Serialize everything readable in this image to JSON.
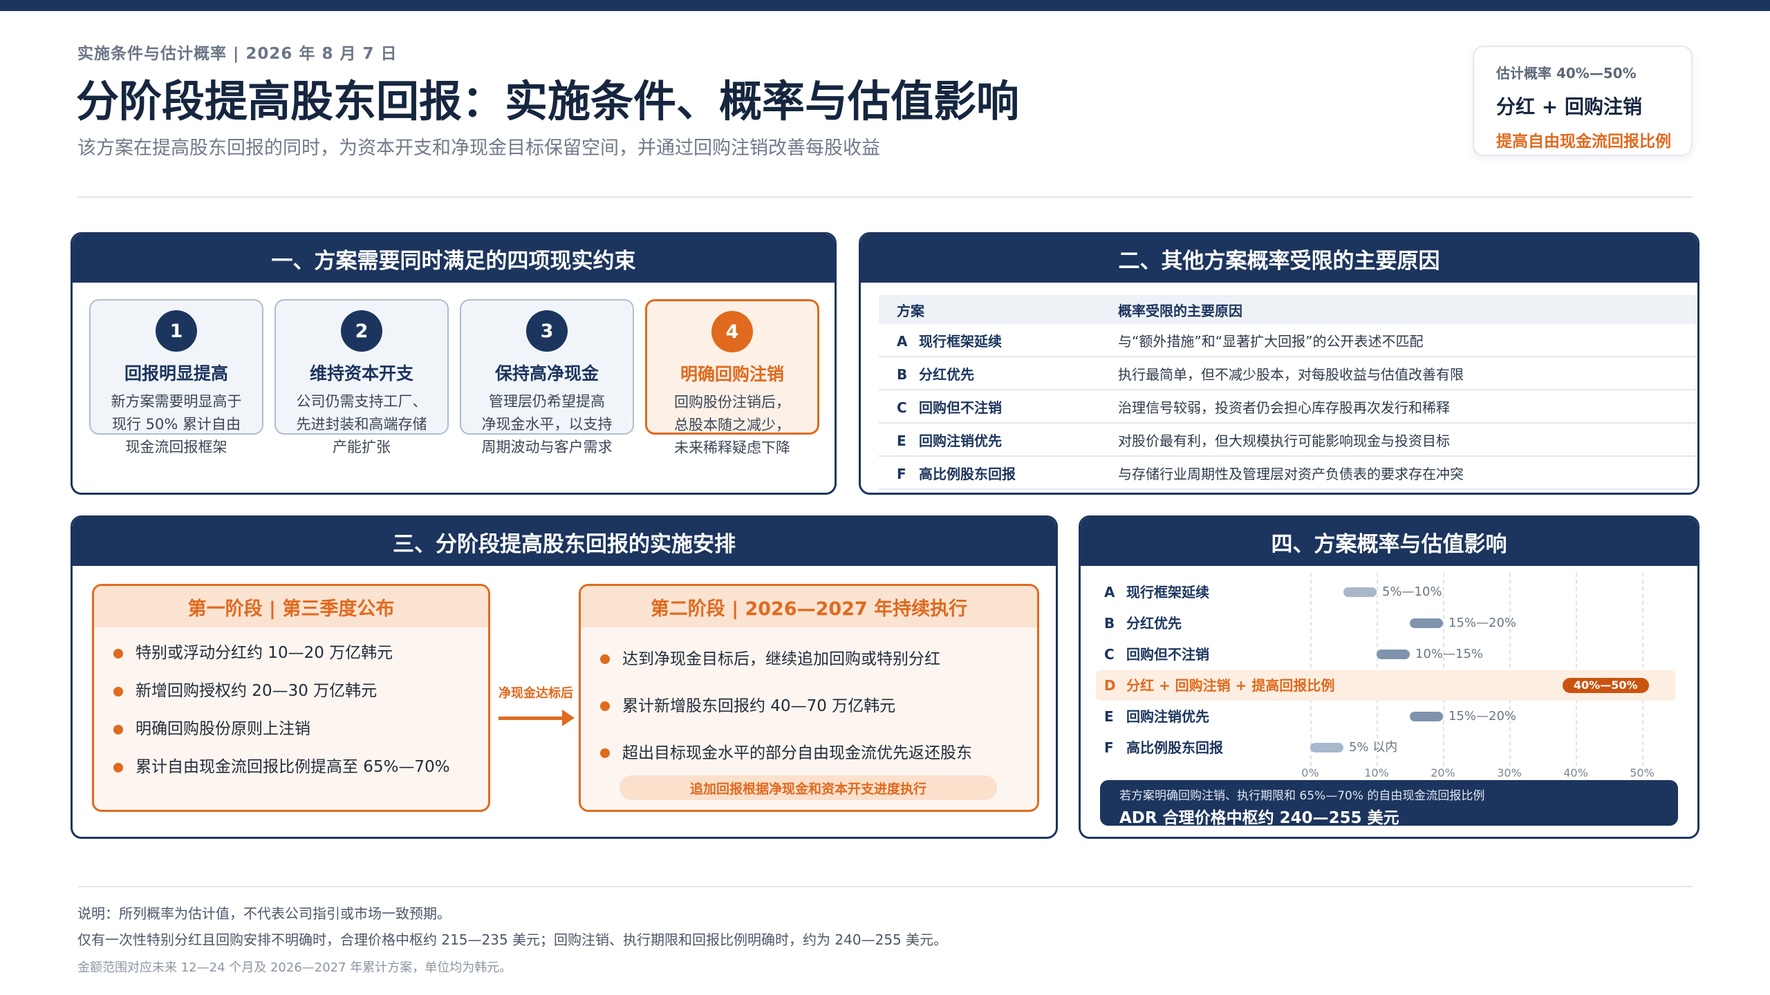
{
  "header": {
    "eyebrow": "实施条件与估计概率 | 2026 年 8 月 7 日",
    "title": "分阶段提高股东回报：实施条件、概率与估值影响",
    "subtitle": "该方案在提高股东回报的同时，为资本开支和净现金目标保留空间，并通过回购注销改善每股收益"
  },
  "badge": {
    "line1": "估计概率 40%—50%",
    "line2": "分红 + 回购注销",
    "line3": "提高自由现金流回报比例"
  },
  "panel1": {
    "title": "一、方案需要同时满足的四项现实约束",
    "cards": [
      {
        "num": "1",
        "title": "回报明显提高",
        "lines": [
          "新方案需要明显高于",
          "现行 50% 累计自由",
          "现金流回报框架"
        ]
      },
      {
        "num": "2",
        "title": "维持资本开支",
        "lines": [
          "公司仍需支持工厂、",
          "先进封装和高端存储",
          "产能扩张"
        ]
      },
      {
        "num": "3",
        "title": "保持高净现金",
        "lines": [
          "管理层仍希望提高",
          "净现金水平，以支持",
          "周期波动与客户需求"
        ]
      },
      {
        "num": "4",
        "title": "明确回购注销",
        "lines": [
          "回购股份注销后，",
          "总股本随之减少，",
          "未来稀释疑虑下降"
        ]
      }
    ]
  },
  "panel2": {
    "title": "二、其他方案概率受限的主要原因",
    "col1": "方案",
    "col2": "概率受限的主要原因",
    "rows": [
      {
        "letter": "A",
        "name": "现行框架延续",
        "reason": "与“额外措施”和“显著扩大回报”的公开表述不匹配"
      },
      {
        "letter": "B",
        "name": "分红优先",
        "reason": "执行最简单，但不减少股本，对每股收益与估值改善有限"
      },
      {
        "letter": "C",
        "name": "回购但不注销",
        "reason": "治理信号较弱，投资者仍会担心库存股再次发行和稀释"
      },
      {
        "letter": "E",
        "name": "回购注销优先",
        "reason": "对股价最有利，但大规模执行可能影响现金与投资目标"
      },
      {
        "letter": "F",
        "name": "高比例股东回报",
        "reason": "与存储行业周期性及管理层对资产负债表的要求存在冲突"
      }
    ]
  },
  "panel3": {
    "title": "三、分阶段提高股东回报的实施安排",
    "stage1": {
      "title": "第一阶段 | 第三季度公布",
      "items": [
        "特别或浮动分红约 10—20 万亿韩元",
        "新增回购授权约 20—30 万亿韩元",
        "明确回购股份原则上注销",
        "累计自由现金流回报比例提高至 65%—70%"
      ]
    },
    "arrow_label": "净现金达标后",
    "stage2": {
      "title": "第二阶段 | 2026—2027 年持续执行",
      "items": [
        "达到净现金目标后，继续追加回购或特别分红",
        "累计新增股东回报约 40—70 万亿韩元",
        "超出目标现金水平的部分自由现金流优先返还股东"
      ],
      "pill": "追加回报根据净现金和资本开支进度执行"
    }
  },
  "panel4": {
    "title": "四、方案概率与估值影响",
    "rows": [
      {
        "letter": "A",
        "name": "现行框架延续",
        "range": "5%—10%",
        "lo": 5,
        "hi": 10
      },
      {
        "letter": "B",
        "name": "分红优先",
        "range": "15%—20%",
        "lo": 15,
        "hi": 20
      },
      {
        "letter": "C",
        "name": "回购但不注销",
        "range": "10%—15%",
        "lo": 10,
        "hi": 15
      },
      {
        "letter": "D",
        "name": "分红 + 回购注销 + 提高回报比例",
        "range": "40%—50%",
        "lo": 40,
        "hi": 50,
        "highlight": true
      },
      {
        "letter": "E",
        "name": "回购注销优先",
        "range": "15%—20%",
        "lo": 15,
        "hi": 20
      },
      {
        "letter": "F",
        "name": "高比例股东回报",
        "range": "5% 以内",
        "lo": 0,
        "hi": 5
      }
    ],
    "ticks": [
      "0%",
      "10%",
      "20%",
      "30%",
      "40%",
      "50%"
    ],
    "conclusion_line1": "若方案明确回购注销、执行期限和 65%—70% 的自由现金流回报比例",
    "conclusion_line2": "ADR 合理价格中枢约 240—255 美元"
  },
  "footer": {
    "note1": "说明：所列概率为估计值，不代表公司指引或市场一致预期。",
    "note2": "仅有一次性特别分红且回购安排不明确时，合理价格中枢约 215—235 美元；回购注销、执行期限和回报比例明确时，约为 240—255 美元。",
    "note3": "金额范围对应未来 12—24 个月及 2026—2027 年累计方案，单位均为韩元。"
  },
  "colors": {
    "navy": "#1c355e",
    "orange": "#e06a1e"
  }
}
